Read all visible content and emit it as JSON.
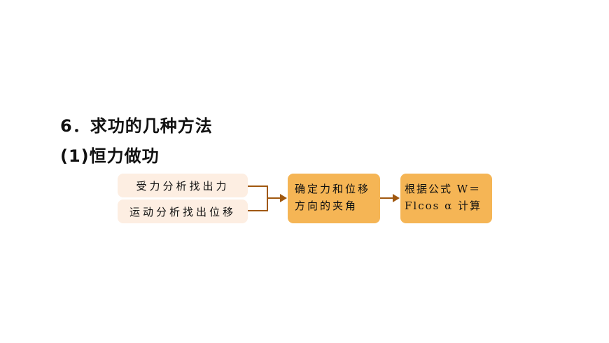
{
  "heading": "6．求功的几种方法",
  "subheading": "(1)恒力做功",
  "flow": {
    "input1": "受力分析找出力",
    "input2": "运动分析找出位移",
    "step2_line1": "确定力和位移",
    "step2_line2": "方向的夹角",
    "step3_line1": "根据公式 W＝",
    "step3_line2": "Flcos α 计算"
  },
  "colors": {
    "light_box": "#fdeee2",
    "dark_box": "#f5b555",
    "arrow": "#a0580f"
  }
}
